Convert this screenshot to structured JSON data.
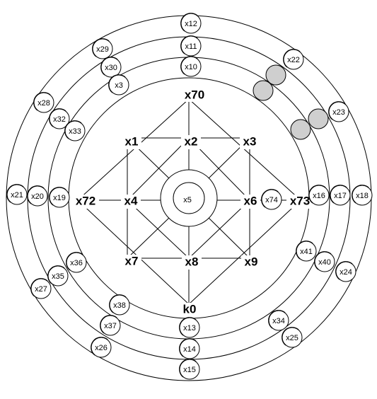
{
  "big_labels": {
    "x70": "x70",
    "x1": "x1",
    "x2": "x2",
    "x3": "x3",
    "x72": "x72",
    "x4": "x4",
    "x6": "x6",
    "x73": "x73",
    "x7": "x7",
    "x8": "x8",
    "x9": "x9",
    "k0": "k0"
  },
  "small_labels": {
    "x5": "x5",
    "x74": "x74",
    "x10": "x10",
    "x11": "x11",
    "x12": "x12",
    "x13": "x13",
    "x14": "x14",
    "x15": "x15",
    "x16": "x16",
    "x17": "x17",
    "x18": "x18",
    "x19": "x19",
    "x20": "x20",
    "x21": "x21",
    "x22": "x22",
    "x23": "x23",
    "x24": "x24",
    "x25": "x25",
    "x26": "x26",
    "x27": "x27",
    "x28": "x28",
    "x29": "x29",
    "x30": "x30",
    "x3b": "x3",
    "x32": "x32",
    "x33": "x33",
    "x34": "x34",
    "x35": "x35",
    "x36": "x36",
    "x37": "x37",
    "x38": "x38",
    "x40": "x40",
    "x41": "x41"
  }
}
